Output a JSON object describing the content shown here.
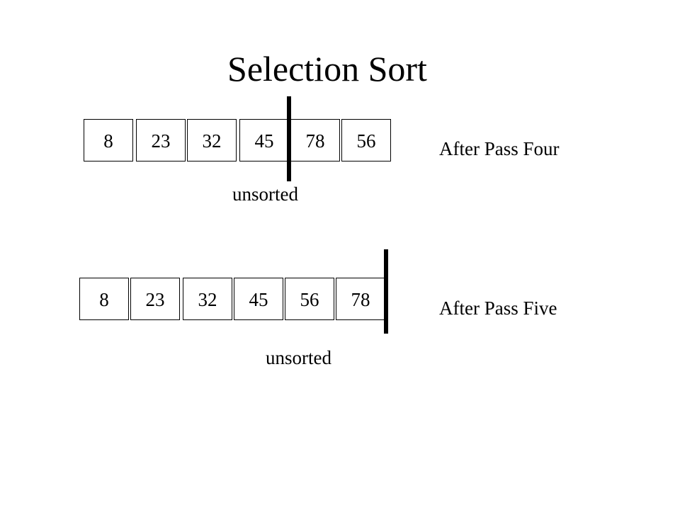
{
  "title": "Selection Sort",
  "passes": [
    {
      "label": "After Pass Four",
      "values": [
        "8",
        "23",
        "32",
        "45",
        "78",
        "56"
      ],
      "unsorted_label": "unsorted"
    },
    {
      "label": "After Pass Five",
      "values": [
        "8",
        "23",
        "32",
        "45",
        "56",
        "78"
      ],
      "unsorted_label": "unsorted"
    }
  ]
}
